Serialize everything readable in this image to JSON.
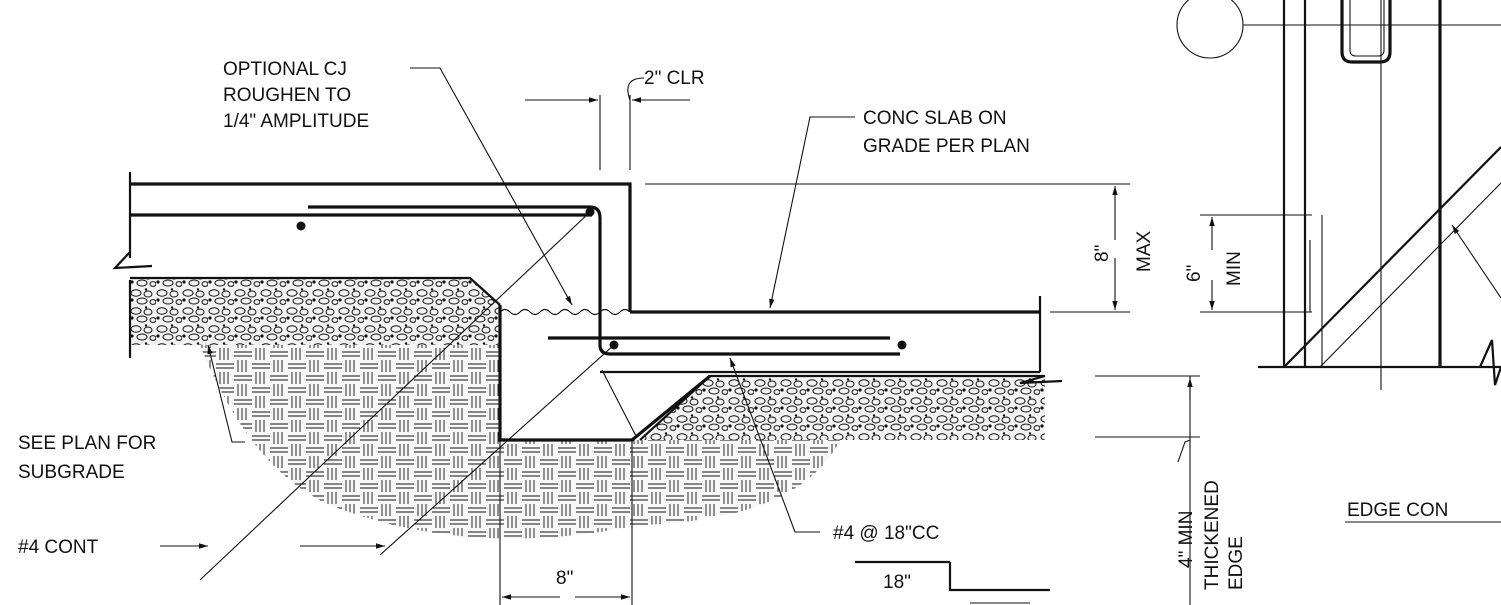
{
  "labels": {
    "optional_cj": [
      "OPTIONAL CJ",
      "ROUGHEN TO",
      "1/4\" AMPLITUDE"
    ],
    "clr": "2\" CLR",
    "conc_slab": [
      "CONC SLAB ON",
      "GRADE PER PLAN"
    ],
    "depth_8": "8\"",
    "max": "MAX",
    "depth_6": "6\"",
    "min": "MIN",
    "see_plan": [
      "SEE PLAN FOR",
      "SUBGRADE"
    ],
    "cont": "#4 CONT",
    "rebar_cc": "#4 @ 18\"CC",
    "min_4": "4\" MIN",
    "thickened": "THICKENED",
    "edge": "EDGE",
    "width_8": "8\"",
    "width_18": "18\"",
    "edge_con": "EDGE CON"
  },
  "colors": {
    "line": "#111111",
    "gravel_fill": "#f2f2f2",
    "soil_fill": "#f7f7f7"
  }
}
